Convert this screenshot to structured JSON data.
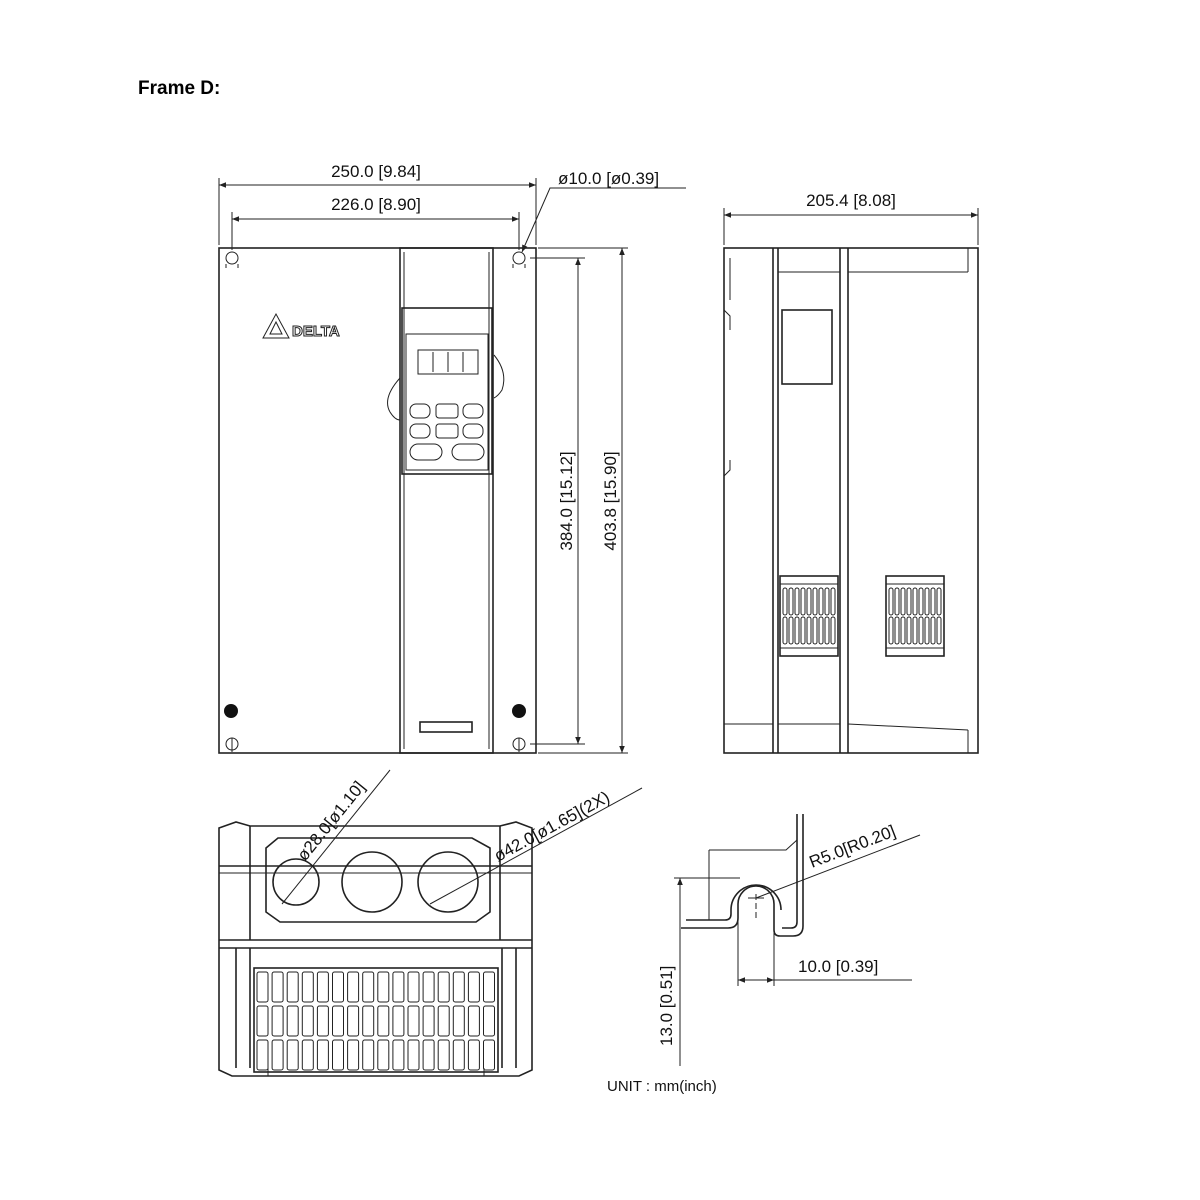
{
  "title": "Frame D:",
  "brand": "DELTA",
  "dimensions": {
    "overall_width": "250.0 [9.84]",
    "mount_width": "226.0 [8.90]",
    "mount_hole": "ø10.0 [ø0.39]",
    "depth": "205.4 [8.08]",
    "mount_height": "384.0 [15.12]",
    "overall_height": "403.8 [15.90]",
    "hole_small": "ø28.0[ø1.10]",
    "hole_large": "ø42.0[ø1.65](2X)",
    "slot_radius": "R5.0[R0.20]",
    "slot_width": "10.0 [0.39]",
    "slot_height": "13.0 [0.51]"
  },
  "unit_note": "UNIT : mm(inch)"
}
